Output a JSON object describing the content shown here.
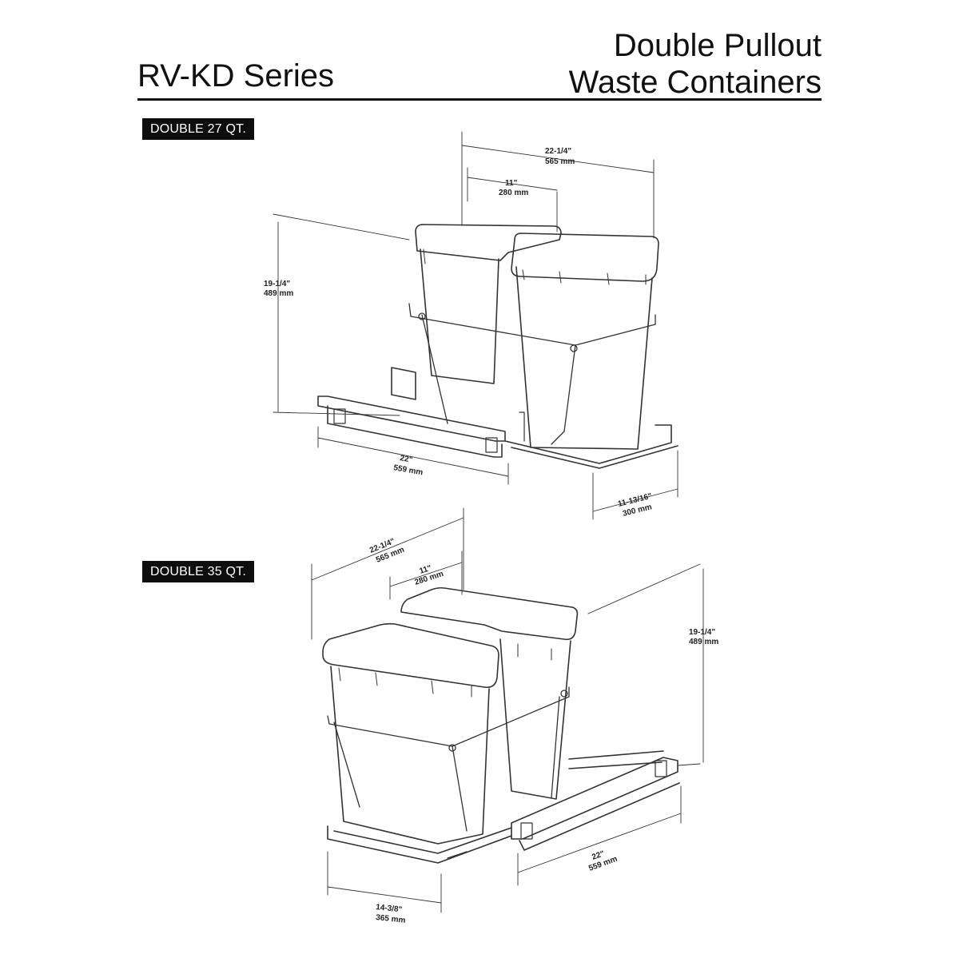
{
  "header": {
    "series": "RV-KD Series",
    "product_line1": "Double Pullout",
    "product_line2": "Waste Containers"
  },
  "diagrams": [
    {
      "label": "DOUBLE 27 QT.",
      "dims": {
        "width_in": "22-1/4\"",
        "width_mm": "565 mm",
        "bin_in": "11\"",
        "bin_mm": "280 mm",
        "height_in": "19-1/4\"",
        "height_mm": "489 mm",
        "depth_in": "22\"",
        "depth_mm": "559 mm",
        "rear_in": "11-13/16\"",
        "rear_mm": "300 mm"
      }
    },
    {
      "label": "DOUBLE 35 QT.",
      "dims": {
        "width_in": "22-1/4\"",
        "width_mm": "565 mm",
        "bin_in": "11\"",
        "bin_mm": "280 mm",
        "height_in": "19-1/4\"",
        "height_mm": "489 mm",
        "depth_in": "22\"",
        "depth_mm": "559 mm",
        "front_in": "14-3/8\"",
        "front_mm": "365 mm"
      }
    }
  ]
}
